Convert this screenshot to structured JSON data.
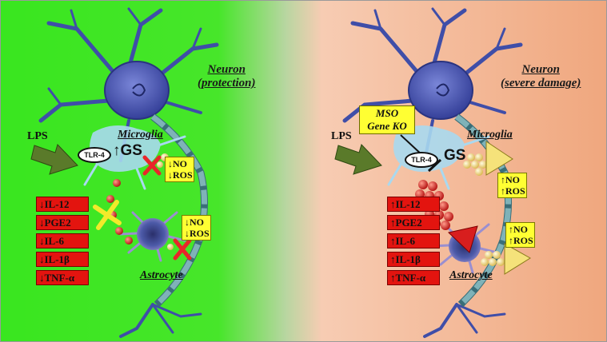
{
  "panels": [
    {
      "id": "left",
      "neuron_title": [
        "Neuron",
        "(protection)"
      ],
      "lps": "LPS",
      "receptor": "TLR-4",
      "gs": "↑GS",
      "microglia": "Microglia",
      "astrocyte": "Astrocyte",
      "microglia_output": [
        "↓NO",
        "↓ROS"
      ],
      "astrocyte_output": [
        "↓NO",
        "↓ROS"
      ],
      "cytokines": [
        "↓IL-12",
        "↓PGE2",
        "↓IL-6",
        "↓IL-1β",
        "↓TNF-α"
      ]
    },
    {
      "id": "right",
      "neuron_title": [
        "Neuron",
        "(severe damage)"
      ],
      "lps": "LPS",
      "receptor": "TLR-4",
      "gs": "GS",
      "microglia": "Microglia",
      "astrocyte": "Astrocyte",
      "inhibitor": [
        "MSO",
        "Gene KO"
      ],
      "microglia_output": [
        "↑NO",
        "↑ROS"
      ],
      "astrocyte_output": [
        "↑NO",
        "↑ROS"
      ],
      "cytokines": [
        "↑IL-12",
        "↑PGE2",
        "↑IL-6",
        "↑IL-1β",
        "↑TNF-α"
      ]
    }
  ],
  "colors": {
    "left_background": "#39e61f",
    "right_background": "#f2b08e",
    "neuron": "#4a58b8",
    "microglia": "#a9d9f0",
    "cytokine_box": "#e3140f",
    "output_box": "#ffff33",
    "lps_arrow": "#5a7a2a",
    "inhibition_cross": "#e8262a",
    "yellow_cross": "#f2ea2a",
    "particles_red": "#d81e1e",
    "particles_yellow": "#f5e27a"
  }
}
